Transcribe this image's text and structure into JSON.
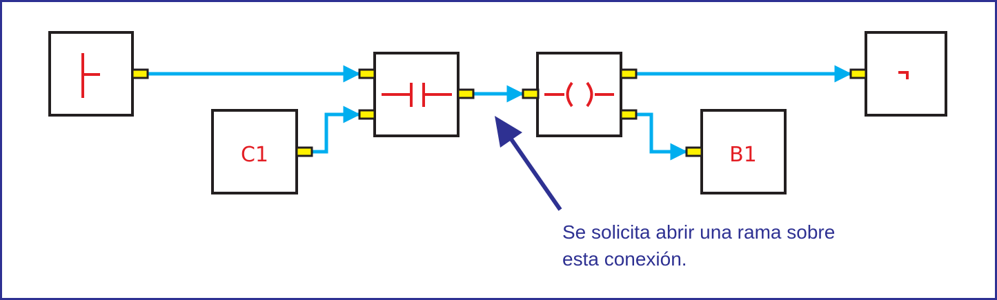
{
  "colors": {
    "frame": "#2e3192",
    "block_border": "#231f20",
    "block_fill": "#ffffff",
    "symbol": "#e31e24",
    "wire": "#00aeef",
    "port_fill": "#fff200",
    "port_border": "#231f20",
    "pointer": "#2e3192",
    "note_text": "#2e3192"
  },
  "blocks": {
    "start": {
      "symbol": "left-rail-icon"
    },
    "c1": {
      "label": "C1"
    },
    "contact": {
      "symbol": "contact-icon"
    },
    "coil": {
      "symbol": "coil-icon"
    },
    "end": {
      "symbol": "right-rail-icon"
    },
    "b1": {
      "label": "B1"
    }
  },
  "note": {
    "line1": "Se solicita abrir una rama sobre",
    "line2": "esta conexión."
  }
}
